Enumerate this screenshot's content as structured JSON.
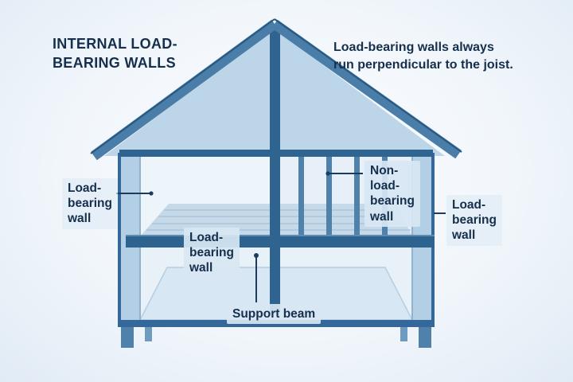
{
  "title": "INTERNAL LOAD-\nBEARING WALLS",
  "note": "Load-bearing walls always\nrun perpendicular to the joist.",
  "labels": {
    "left_wall": "Load-\nbearing\nwall",
    "non_load_bearing": "Non-\nload-\nbearing\nwall",
    "right_wall": "Load-\nbearing\nwall",
    "mid_wall": "Load-\nbearing\nwall",
    "support_beam": "Support beam"
  },
  "colors": {
    "background": "#f1f6fb",
    "text_navy": "#152f4c",
    "beam_dark": "#2e6390",
    "roof_blue": "#4a7ea9",
    "wall_light": "#b3cfe5",
    "floor_plank": "#c6d9e9",
    "label_box": "#d8e7f3"
  }
}
